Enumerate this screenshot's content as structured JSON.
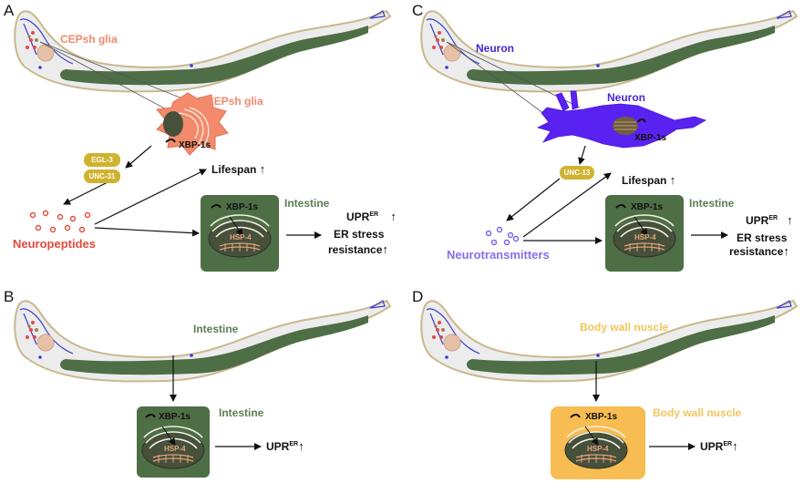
{
  "panels": {
    "A": {
      "letter": "A",
      "worm_label": "CEPsh glia",
      "cell_label": "CEPsh glia",
      "xbp": "XBP-1s",
      "egl3": "EGL-3",
      "unc31": "UNC-31",
      "neuropeptides": "Neuropeptides",
      "lifespan": "Lifespan",
      "intestine": "Intestine",
      "box_xbp": "XBP-1s",
      "hsp": "HSP-4",
      "upr": "UPR",
      "upr_sup": "ER",
      "er_stress": "ER stress",
      "resistance": "resistance"
    },
    "B": {
      "letter": "B",
      "worm_label": "Intestine",
      "box_label": "Intestine",
      "box_xbp": "XBP-1s",
      "hsp": "HSP-4",
      "upr": "UPR",
      "upr_sup": "ER"
    },
    "C": {
      "letter": "C",
      "worm_label": "Neuron",
      "cell_label": "Neuron",
      "xbp": "XBP-1s",
      "unc13": "UNC-13",
      "neurotransmitters": "Neurotransmitters",
      "lifespan": "Lifespan",
      "intestine": "Intestine",
      "box_xbp": "XBP-1s",
      "hsp": "HSP-4",
      "upr": "UPR",
      "upr_sup": "ER",
      "er_stress": "ER stress",
      "resistance": "resistance"
    },
    "D": {
      "letter": "D",
      "worm_label": "Body wall nuscle",
      "box_label": "Body wall nuscle",
      "box_xbp": "XBP-1s",
      "hsp": "HSP-4",
      "upr": "UPR",
      "upr_sup": "ER"
    }
  },
  "symbols": {
    "up_arrow": "↑"
  },
  "colors": {
    "intestine_green": "#4e6e46",
    "glia_orange": "#f28a6b",
    "neuron_blue": "#5a22f0",
    "muscle_yellow": "#f7bc52",
    "pill_gold": "#cfb32e",
    "neuropeptide_red": "#e24b3b",
    "neurotransmitter_violet": "#7b5ef0"
  }
}
